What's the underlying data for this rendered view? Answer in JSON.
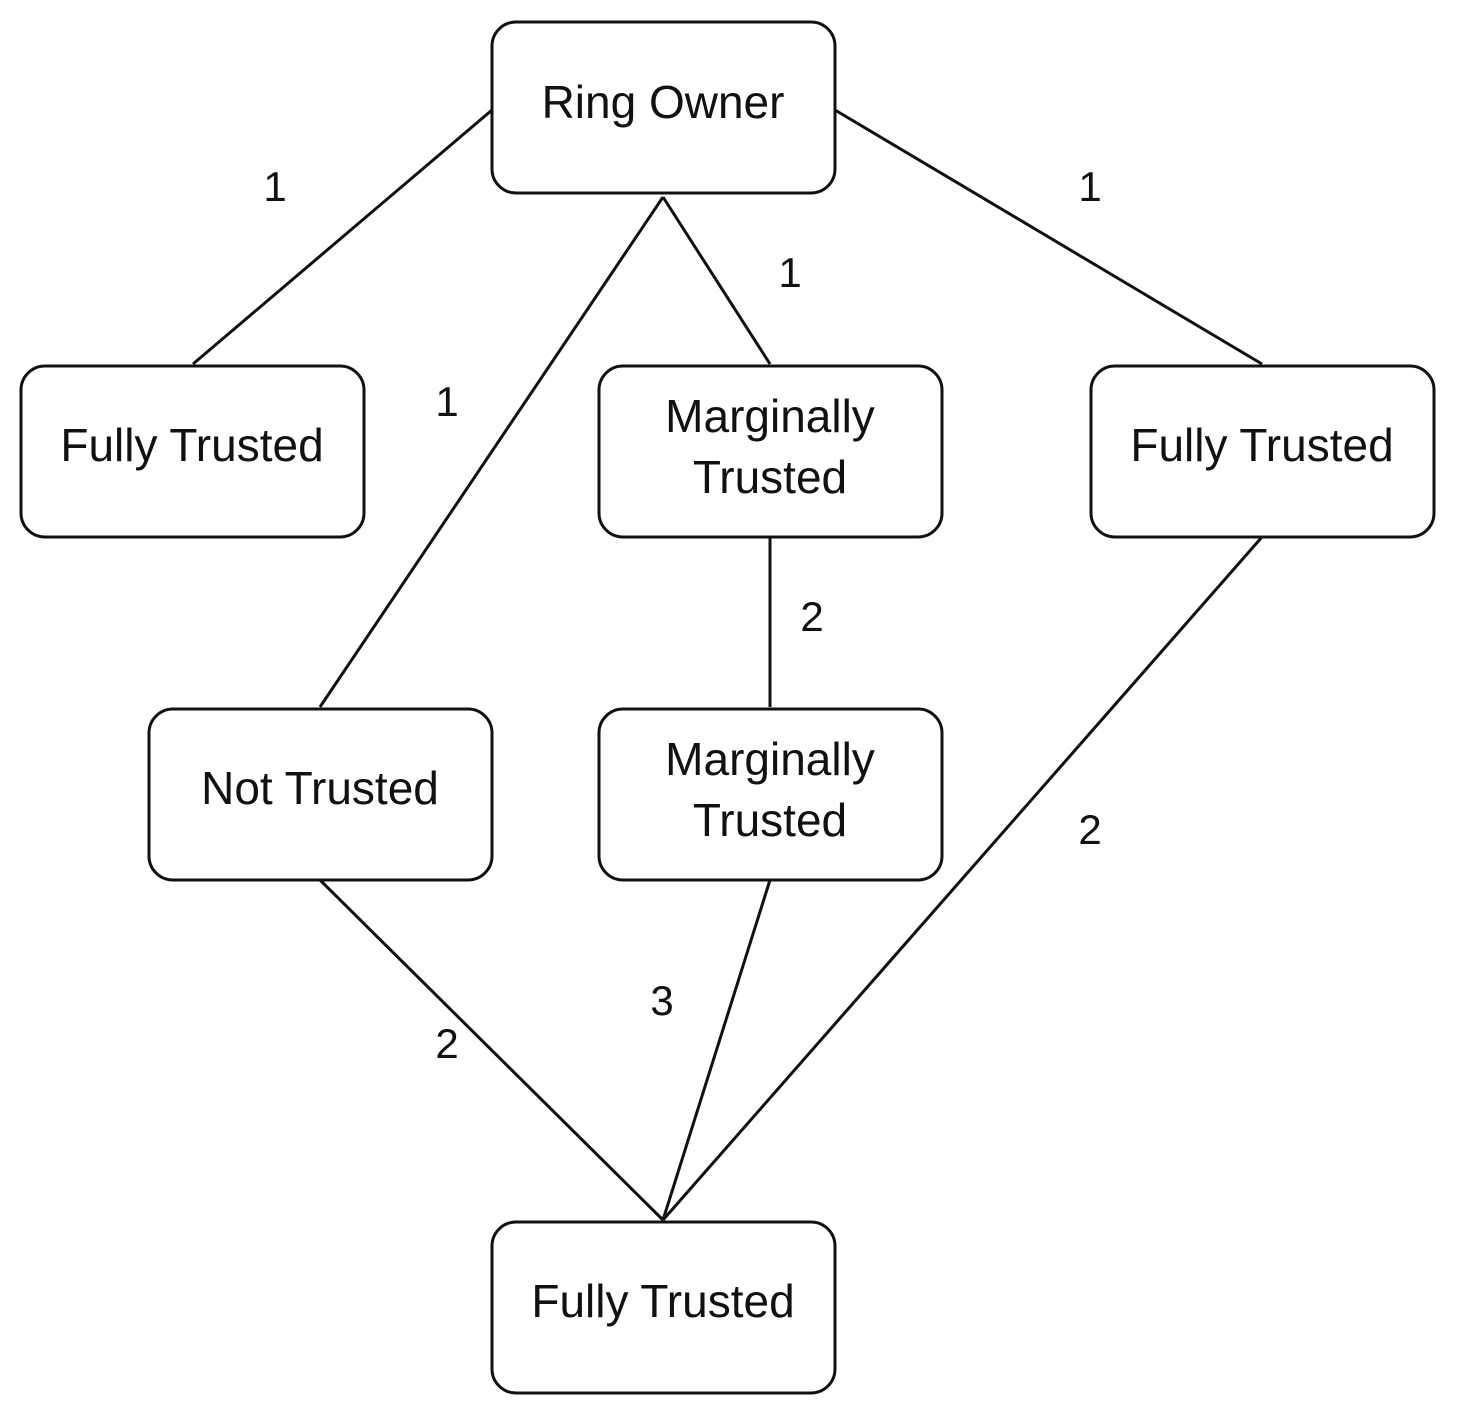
{
  "nodes": {
    "ring_owner": {
      "label": "Ring Owner"
    },
    "fully_trusted_left": {
      "label": "Fully Trusted"
    },
    "marginally_trusted_top": {
      "line1": "Marginally",
      "line2": "Trusted"
    },
    "fully_trusted_right": {
      "label": "Fully Trusted"
    },
    "not_trusted": {
      "label": "Not Trusted"
    },
    "marginally_trusted_bottom": {
      "line1": "Marginally",
      "line2": "Trusted"
    },
    "fully_trusted_bottom": {
      "label": "Fully Trusted"
    }
  },
  "edges": {
    "owner_to_fully_left": "1",
    "owner_to_not_trusted": "1",
    "owner_to_marginal_top": "1",
    "owner_to_fully_right": "1",
    "marginal_top_to_marginal_bottom": "2",
    "fully_right_to_fully_bottom": "2",
    "marginal_bottom_to_fully_bottom": "3",
    "not_trusted_to_fully_bottom": "2"
  }
}
